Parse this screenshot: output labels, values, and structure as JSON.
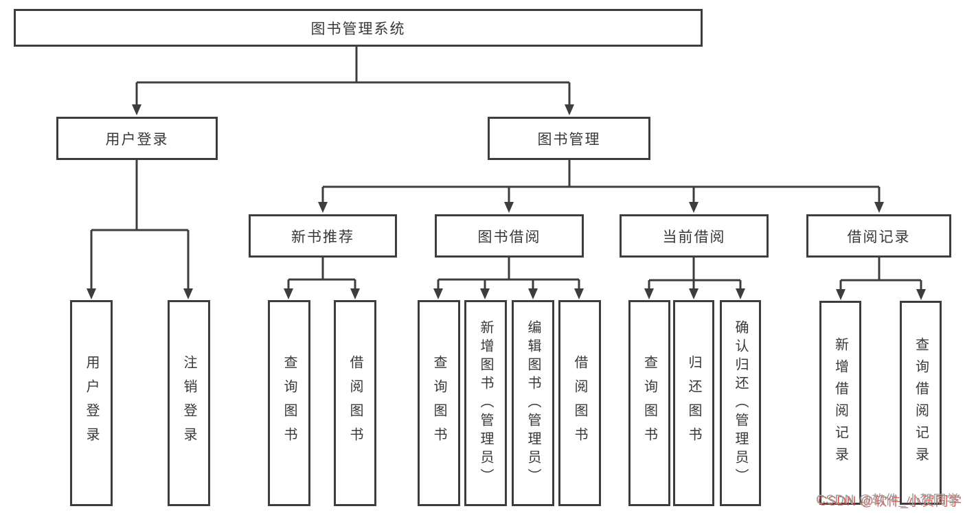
{
  "diagram": {
    "type": "hierarchy-tree",
    "root": {
      "label": "图书管理系统"
    },
    "level2": [
      {
        "label": "用户登录"
      },
      {
        "label": "图书管理"
      }
    ],
    "level3": [
      {
        "label": "新书推荐"
      },
      {
        "label": "图书借阅"
      },
      {
        "label": "当前借阅"
      },
      {
        "label": "借阅记录"
      }
    ],
    "leaves": {
      "user_login": [
        {
          "label": "用户登录"
        },
        {
          "label": "注销登录"
        }
      ],
      "new_books": [
        {
          "label": "查询图书"
        },
        {
          "label": "借阅图书"
        }
      ],
      "book_borrow": [
        {
          "label": "查询图书"
        },
        {
          "label": "新增图书（管理员）"
        },
        {
          "label": "编辑图书（管理员）"
        },
        {
          "label": "借阅图书"
        }
      ],
      "current_borrow": [
        {
          "label": "查询图书"
        },
        {
          "label": "归还图书"
        },
        {
          "label": "确认归还（管理员）"
        }
      ],
      "borrow_records": [
        {
          "label": "新增借阅记录"
        },
        {
          "label": "查询借阅记录"
        }
      ]
    }
  },
  "watermark": {
    "text": "CSDN @软件_小贺同学"
  },
  "colors": {
    "line": "#3d3d3d",
    "text": "#383838",
    "background": "#ffffff",
    "watermark_gray": "#9c9c9c",
    "watermark_red": "#cf4236"
  }
}
